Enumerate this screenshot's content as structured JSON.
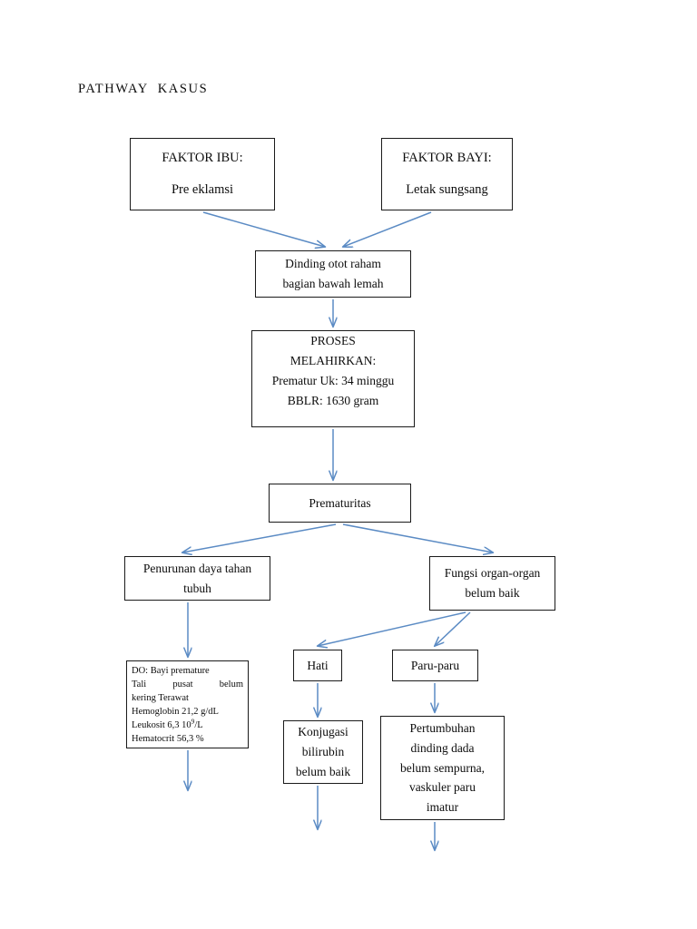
{
  "document": {
    "title": "PATHWAY  KASUS"
  },
  "theme": {
    "arrow_color": "#5b8bc4",
    "box_border_color": "#1a1a1a",
    "text_color": "#0d0d0d",
    "background": "#ffffff"
  },
  "nodes": {
    "faktor_ibu": {
      "name": "FAKTOR IBU:",
      "line1": "FAKTOR IBU:",
      "line2": "Pre eklamsi"
    },
    "faktor_bayi": {
      "name": "FAKTOR BAYI:",
      "line1": "FAKTOR BAYI:",
      "line2": "Letak sungsang"
    },
    "dinding": {
      "line1": "Dinding otot raham",
      "line2": "bagian bawah lemah"
    },
    "proses": {
      "line1": "PROSES",
      "line2": "MELAHIRKAN:",
      "line3": "Prematur Uk: 34 minggu",
      "line4": "BBLR: 1630 gram"
    },
    "prematuritas": {
      "line1": "Prematuritas"
    },
    "penurunan": {
      "line1": "Penurunan daya tahan",
      "line2": "tubuh"
    },
    "fungsi_organ": {
      "line1": "Fungsi organ-organ",
      "line2": "belum baik"
    },
    "data_objektif": {
      "line1": "DO: Bayi premature",
      "line2": "Tali pusat belum",
      "line3": "kering Terawat",
      "line4": "Hemoglobin 21,2 g/dL",
      "line5_prefix": "Leukosit 6,3 10",
      "line5_sup": "9",
      "line5_suffix": "/L",
      "line6": "Hematocrit 56,3 %"
    },
    "hati": {
      "line1": "Hati"
    },
    "paru_paru": {
      "line1": "Paru-paru"
    },
    "konjugasi": {
      "line1": "Konjugasi",
      "line2": "bilirubin",
      "line3": "belum baik"
    },
    "pertumbuhan": {
      "line1": "Pertumbuhan",
      "line2": "dinding dada",
      "line3": "belum sempurna,",
      "line4": "vaskuler paru",
      "line5": "imatur"
    }
  },
  "edges": [
    {
      "id": "ibu-to-dinding",
      "from": "faktor_ibu",
      "to": "dinding",
      "style": "diagonal-arrow"
    },
    {
      "id": "bayi-to-dinding",
      "from": "faktor_bayi",
      "to": "dinding",
      "style": "diagonal-arrow"
    },
    {
      "id": "dinding-to-proses",
      "from": "dinding",
      "to": "proses",
      "style": "vertical-arrow"
    },
    {
      "id": "proses-to-prematuritas",
      "from": "proses",
      "to": "prematuritas",
      "style": "vertical-arrow"
    },
    {
      "id": "prematuritas-to-penurunan",
      "from": "prematuritas",
      "to": "penurunan",
      "style": "diagonal-arrow"
    },
    {
      "id": "prematuritas-to-fungsi",
      "from": "prematuritas",
      "to": "fungsi_organ",
      "style": "diagonal-arrow"
    },
    {
      "id": "penurunan-to-do",
      "from": "penurunan",
      "to": "data_objektif",
      "style": "vertical-arrow"
    },
    {
      "id": "fungsi-to-hati",
      "from": "fungsi_organ",
      "to": "hati",
      "style": "diagonal-arrow"
    },
    {
      "id": "fungsi-to-paru",
      "from": "fungsi_organ",
      "to": "paru_paru",
      "style": "diagonal-arrow"
    },
    {
      "id": "hati-to-konjugasi",
      "from": "hati",
      "to": "konjugasi",
      "style": "vertical-arrow"
    },
    {
      "id": "paru-to-pertumbuhan",
      "from": "paru_paru",
      "to": "pertumbuhan",
      "style": "vertical-arrow"
    },
    {
      "id": "do-continues",
      "from": "data_objektif",
      "to": null,
      "style": "vertical-arrow-dangling"
    },
    {
      "id": "konjugasi-continues",
      "from": "konjugasi",
      "to": null,
      "style": "vertical-arrow-dangling"
    },
    {
      "id": "pertumbuhan-continues",
      "from": "pertumbuhan",
      "to": null,
      "style": "vertical-arrow-dangling"
    }
  ]
}
